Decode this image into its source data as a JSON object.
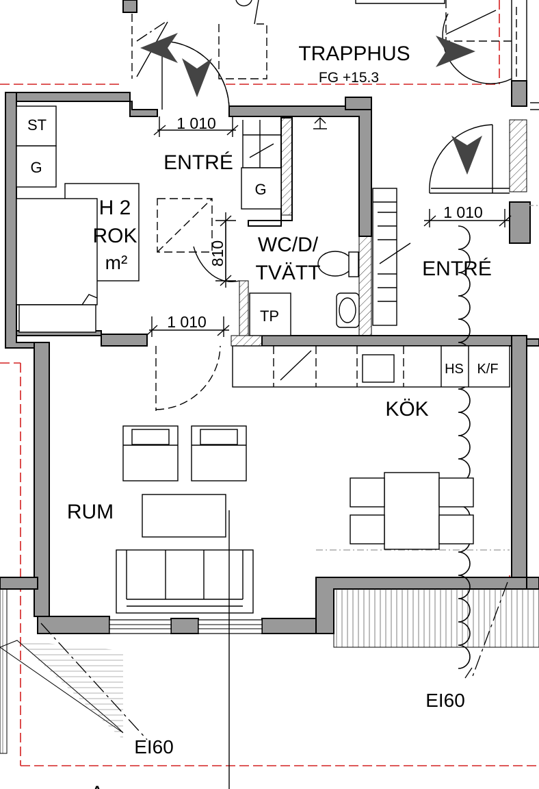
{
  "rooms": {
    "trapphus": "TRAPPHUS",
    "trapphus_level": "FG +15.3",
    "entre_left": "ENTRÉ",
    "entre_right": "ENTRÉ",
    "wc": "WC/D/",
    "wc2": "TVÄTT",
    "kok": "KÖK",
    "rum": "RUM",
    "apt_line1": "H 2",
    "apt_line2": "ROK",
    "apt_line3": "m²"
  },
  "fixtures": {
    "st": "ST",
    "g1": "G",
    "g2": "G",
    "tp": "TP",
    "hs": "HS",
    "kf": "K/F"
  },
  "dimensions": {
    "door_top": "1 010",
    "door_right": "1 010",
    "door_mid": "1 010",
    "door_wc": "810"
  },
  "fire_class": {
    "left": "EI60",
    "right": "EI60"
  }
}
